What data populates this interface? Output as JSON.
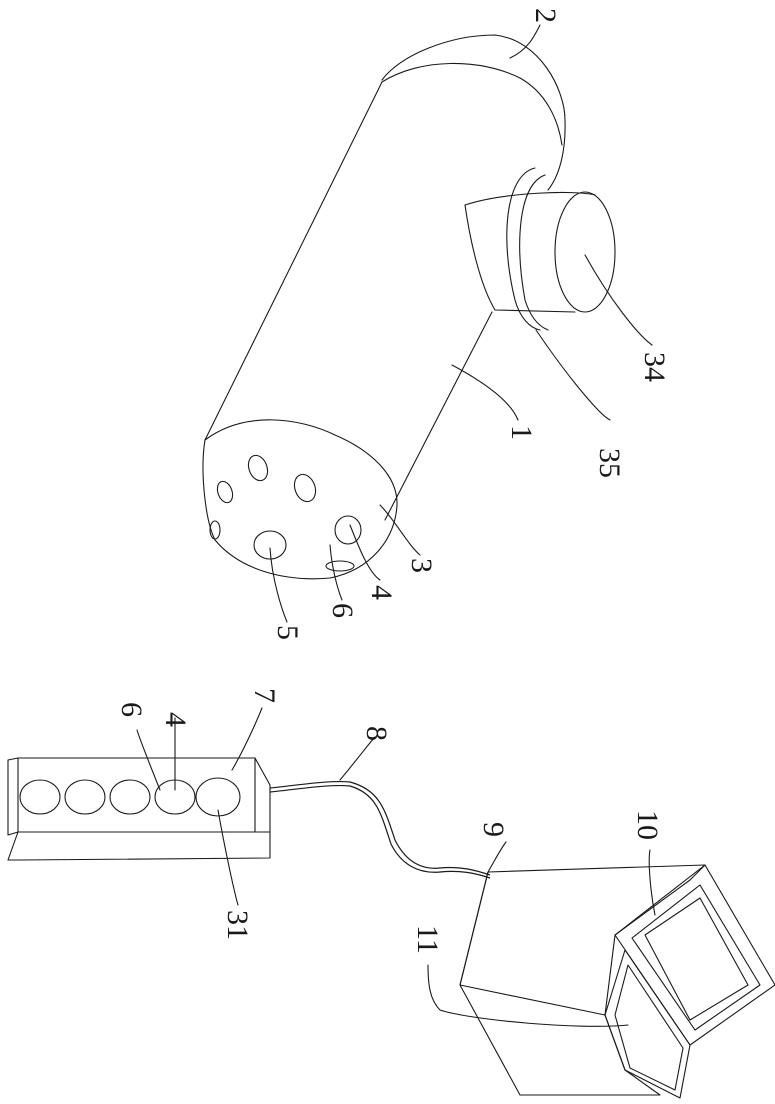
{
  "labels": {
    "l1": "1",
    "l2": "2",
    "l3": "3",
    "l4a": "4",
    "l4b": "4",
    "l5": "5",
    "l6a": "6",
    "l6b": "6",
    "l7": "7",
    "l8": "8",
    "l9": "9",
    "l10": "10",
    "l11": "11",
    "l31": "31",
    "l34": "34",
    "l35": "35"
  }
}
